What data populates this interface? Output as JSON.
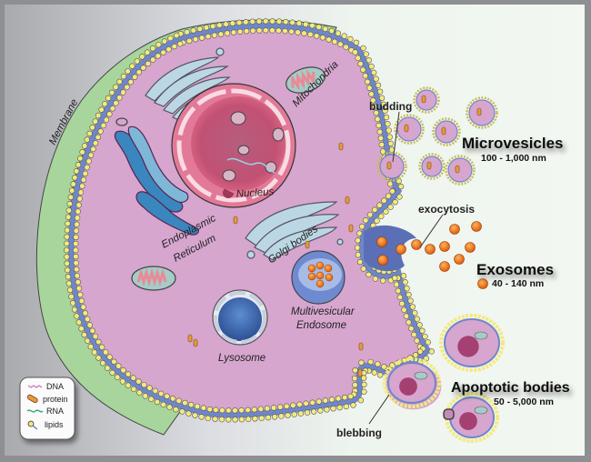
{
  "figure": {
    "title": "Extracellular vesicle types released by a cell",
    "organelles": {
      "membrane": "Membrane",
      "mitochondria": "Mitochondria",
      "nucleus": "Nucleus",
      "er_line1": "Endoplasmic",
      "er_line2": "Reticulum",
      "golgi": "Golgi bodies",
      "mve_line1": "Multivesicular",
      "mve_line2": "Endosome",
      "lysosome": "Lysosome"
    },
    "processes": {
      "budding": "budding",
      "exocytosis": "exocytosis",
      "blebbing": "blebbing"
    },
    "vesicle_types": [
      {
        "name": "Microvesicles",
        "size": "100 - 1,000 nm"
      },
      {
        "name": "Exosomes",
        "size": "40 - 140 nm"
      },
      {
        "name": "Apoptotic bodies",
        "size": "50 - 5,000 nm"
      }
    ],
    "legend": [
      {
        "label": "DNA",
        "icon": "dna-icon"
      },
      {
        "label": "protein",
        "icon": "protein-icon"
      },
      {
        "label": "RNA",
        "icon": "rna-icon"
      },
      {
        "label": "lipids",
        "icon": "lipids-icon"
      }
    ],
    "colors": {
      "cytoplasm": "#d6a6cf",
      "ecm": "#a8d49a",
      "bilayer_head": "#f4ea7c",
      "bilayer_tail": "#6f86c8",
      "nucleus": "#c84c6e",
      "exosome": "#ef7a1e",
      "lysosome": "#3d68ad",
      "er": "#3a86bf",
      "golgi": "#b9d5e3"
    }
  }
}
